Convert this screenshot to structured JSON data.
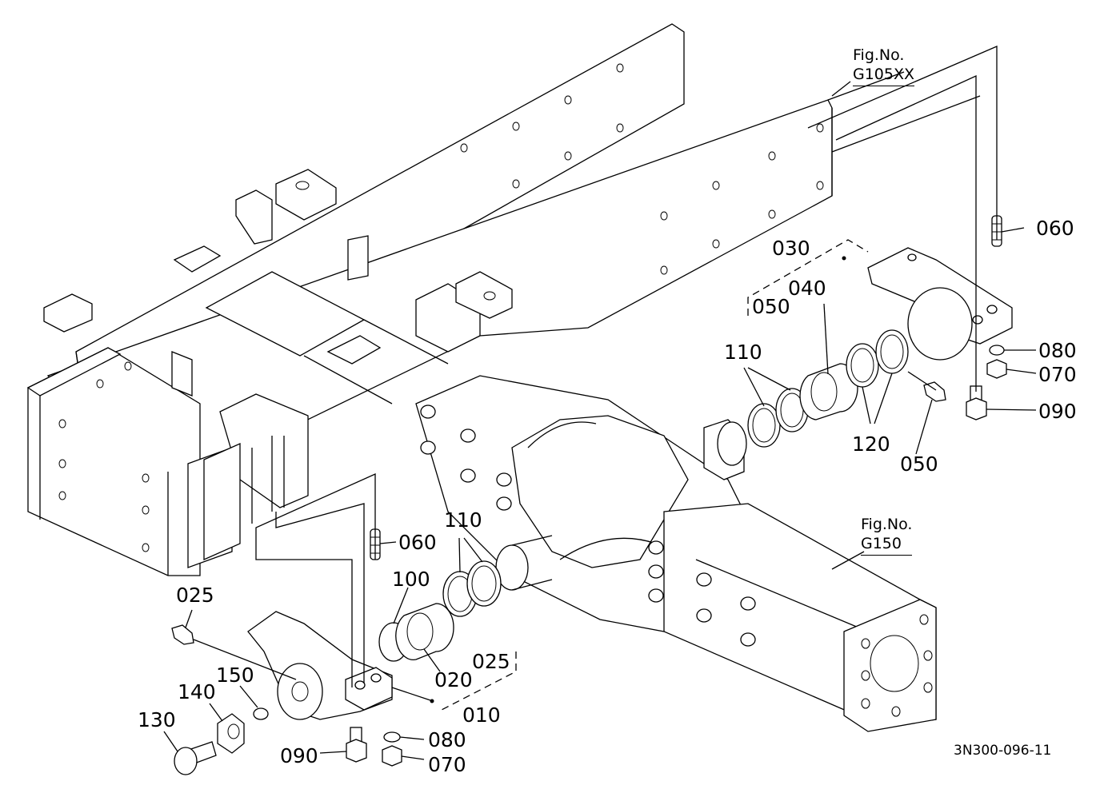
{
  "figure_refs": {
    "top": {
      "line1": "Fig.No.",
      "line2": "G105XX"
    },
    "right": {
      "line1": "Fig.No.",
      "line2": "G150"
    }
  },
  "part_labels": {
    "p060_top": "060",
    "p030": "030",
    "p040": "040",
    "p050_upper": "050",
    "p110_upper": "110",
    "p080_right": "080",
    "p070_right": "070",
    "p090_right": "090",
    "p120": "120",
    "p050_lower": "050",
    "p060_left": "060",
    "p110_lower": "110",
    "p100": "100",
    "p025_top": "025",
    "p025_mid": "025",
    "p020": "020",
    "p010": "010",
    "p150": "150",
    "p140": "140",
    "p130": "130",
    "p080_left": "080",
    "p070_left": "070",
    "p090_left": "090"
  },
  "drawing_code": "3N300-096-11"
}
